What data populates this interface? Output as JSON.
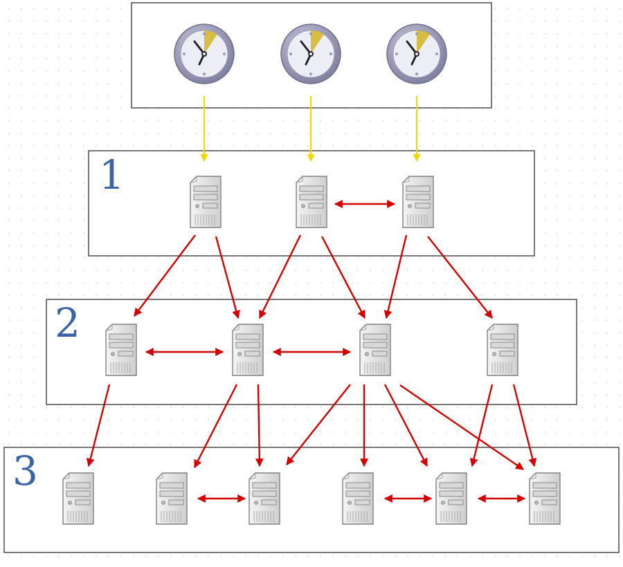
{
  "tiers": [
    {
      "id": "reference-clocks",
      "label": "",
      "device_icon": "clock-icon",
      "count": 3
    },
    {
      "id": "stratum-1",
      "label": "1",
      "device_icon": "server-icon",
      "count": 3
    },
    {
      "id": "stratum-2",
      "label": "2",
      "device_icon": "server-icon",
      "count": 4
    },
    {
      "id": "stratum-3",
      "label": "3",
      "device_icon": "server-icon",
      "count": 6
    }
  ],
  "links": {
    "clock_to_stratum1": [
      [
        0,
        0
      ],
      [
        1,
        1
      ],
      [
        2,
        2
      ]
    ],
    "stratum1_to_stratum2": [
      [
        0,
        0
      ],
      [
        0,
        1
      ],
      [
        1,
        1
      ],
      [
        1,
        2
      ],
      [
        2,
        2
      ],
      [
        2,
        3
      ]
    ],
    "stratum2_to_stratum3": [
      [
        0,
        0
      ],
      [
        1,
        1
      ],
      [
        1,
        2
      ],
      [
        2,
        2
      ],
      [
        2,
        3
      ],
      [
        2,
        4
      ],
      [
        2,
        5
      ],
      [
        3,
        4
      ],
      [
        3,
        5
      ]
    ],
    "peers": [
      {
        "tier": 1,
        "pair": [
          1,
          2
        ]
      },
      {
        "tier": 2,
        "pair": [
          0,
          1
        ]
      },
      {
        "tier": 2,
        "pair": [
          1,
          2
        ]
      },
      {
        "tier": 3,
        "pair": [
          1,
          2
        ]
      },
      {
        "tier": 3,
        "pair": [
          3,
          4
        ]
      },
      {
        "tier": 3,
        "pair": [
          4,
          5
        ]
      }
    ]
  },
  "colors": {
    "label": "#3a64a6",
    "time_link": "#f2d800",
    "sync_link": "#d40000",
    "clock_face": "#e9e9f4",
    "clock_rim": "#8d8dab",
    "clock_wedge": "#d4b830",
    "server_body": "#e6e6e6"
  }
}
